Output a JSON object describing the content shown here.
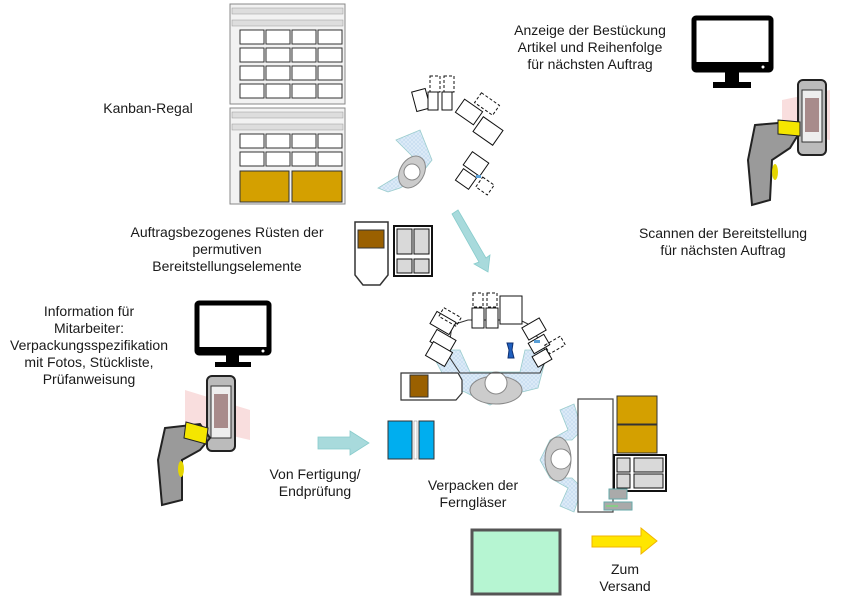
{
  "labels": {
    "kanban_shelf": "Kanban-Regal",
    "display_info": "Anzeige der Bestückung\nArtikel und Reihenfolge\nfür nächsten Auftrag",
    "scan_provision": "Scannen der Bereitstellung\nfür nächsten Auftrag",
    "order_setup": "Auftragsbezogenes Rüsten der\npermutiven\nBereitstellungselemente",
    "worker_info": "Information für\nMitarbeiter:\nVerpackungsspezifikation\nmit Fotos, Stückliste,\nPrüfanweisung",
    "from_production": "Von Fertigung/\nEndprüfung",
    "packing": "Verpacken der\nFerngläser",
    "to_shipping": "Zum\nVersand"
  },
  "colors": {
    "bin_gold": "#d4a000",
    "bin_brown": "#9a6000",
    "tray_gray": "#d9d9d9",
    "table_blue": "#dbeaf7",
    "flow_arrow": "#a8dadc",
    "ship_arrow": "#ffe600",
    "product_blue": "#00aeef",
    "pallet_green": "#b6f5d2",
    "scanner_yellow": "#f5e600"
  }
}
